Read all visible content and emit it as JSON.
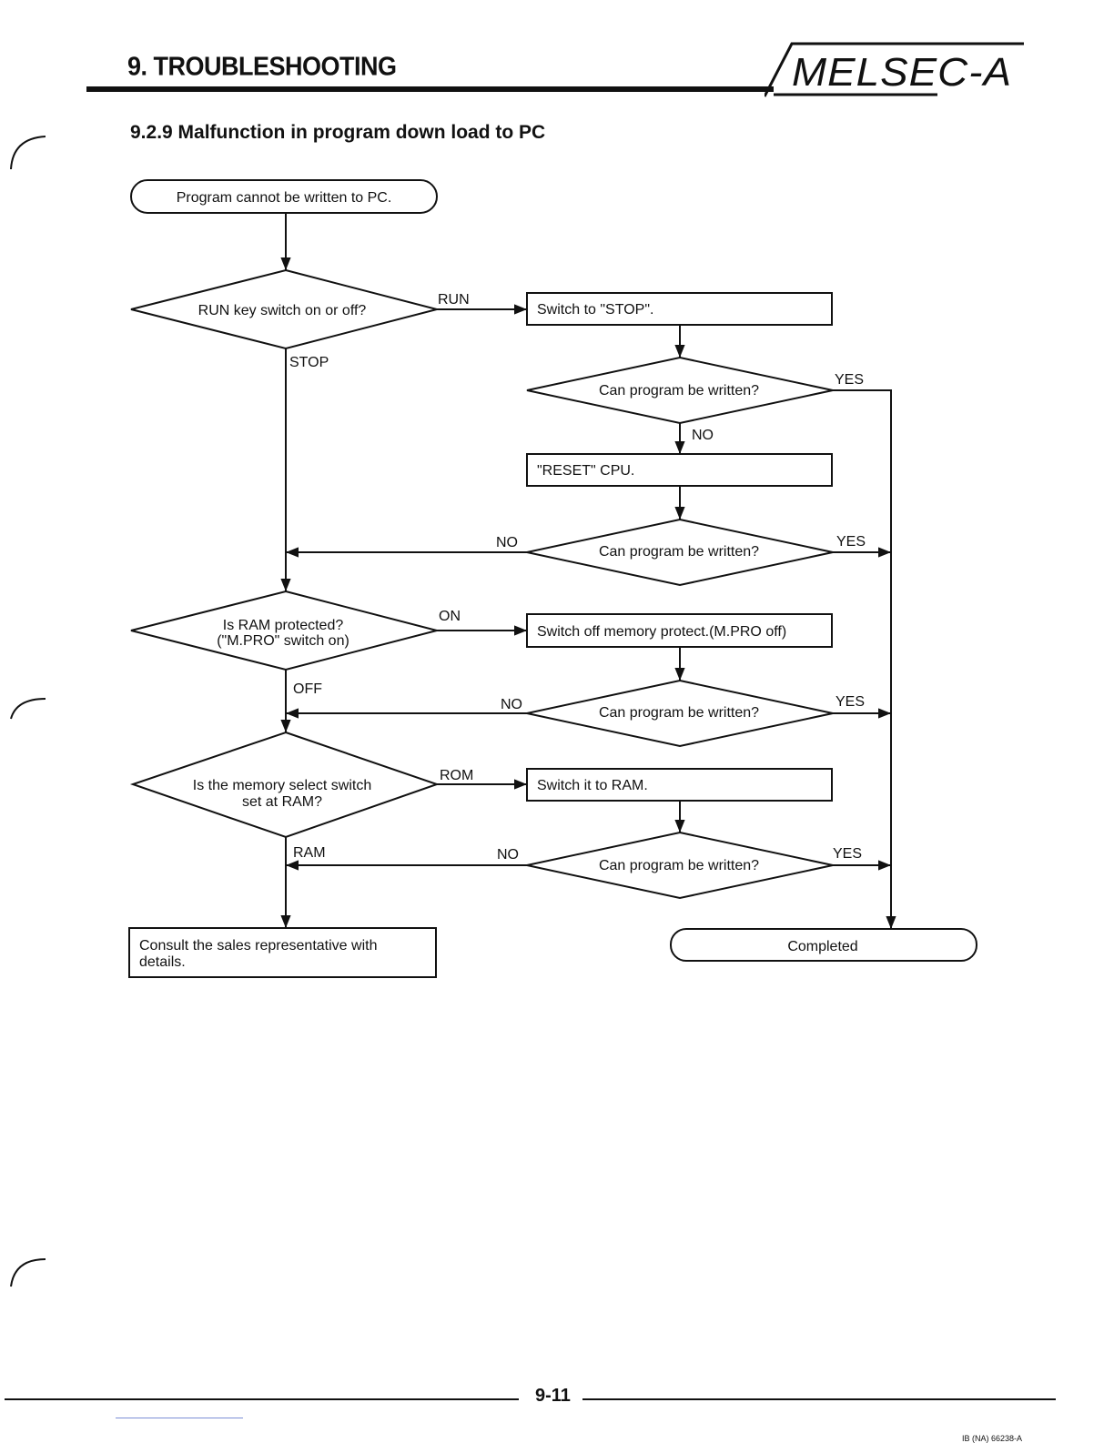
{
  "header": {
    "section_title": "9. TROUBLESHOOTING",
    "brand": "MELSEC-A"
  },
  "subsection_title": "9.2.9 Malfunction in program down load to PC",
  "flowchart": {
    "start": "Program cannot be written to PC.",
    "decision_run_key": "RUN key switch on or off?",
    "label_run": "RUN",
    "label_stop": "STOP",
    "action_switch_stop": "Switch to \"STOP\".",
    "decision_written_1": "Can program be written?",
    "label_yes_1": "YES",
    "label_no_1": "NO",
    "action_reset_cpu": "\"RESET\" CPU.",
    "decision_written_2": "Can program be written?",
    "label_no_2": "NO",
    "label_yes_2": "YES",
    "decision_ram_protected_line1": "Is RAM protected?",
    "decision_ram_protected_line2": "(\"M.PRO\" switch on)",
    "label_on": "ON",
    "label_off": "OFF",
    "action_memory_protect": "Switch off memory protect.(M.PRO off)",
    "decision_written_3": "Can program be written?",
    "label_no_3": "NO",
    "label_yes_3": "YES",
    "decision_memory_select_line1": "Is the memory select switch",
    "decision_memory_select_line2": "set at RAM?",
    "label_rom": "ROM",
    "label_ram": "RAM",
    "action_switch_ram": "Switch it to RAM.",
    "decision_written_4": "Can program be written?",
    "label_no_4": "NO",
    "label_yes_4": "YES",
    "end_consult_line1": "Consult the sales representative with",
    "end_consult_line2": "details.",
    "end_completed": "Completed"
  },
  "footer": {
    "page_number": "9-11",
    "document_code": "IB (NA) 66238-A"
  }
}
